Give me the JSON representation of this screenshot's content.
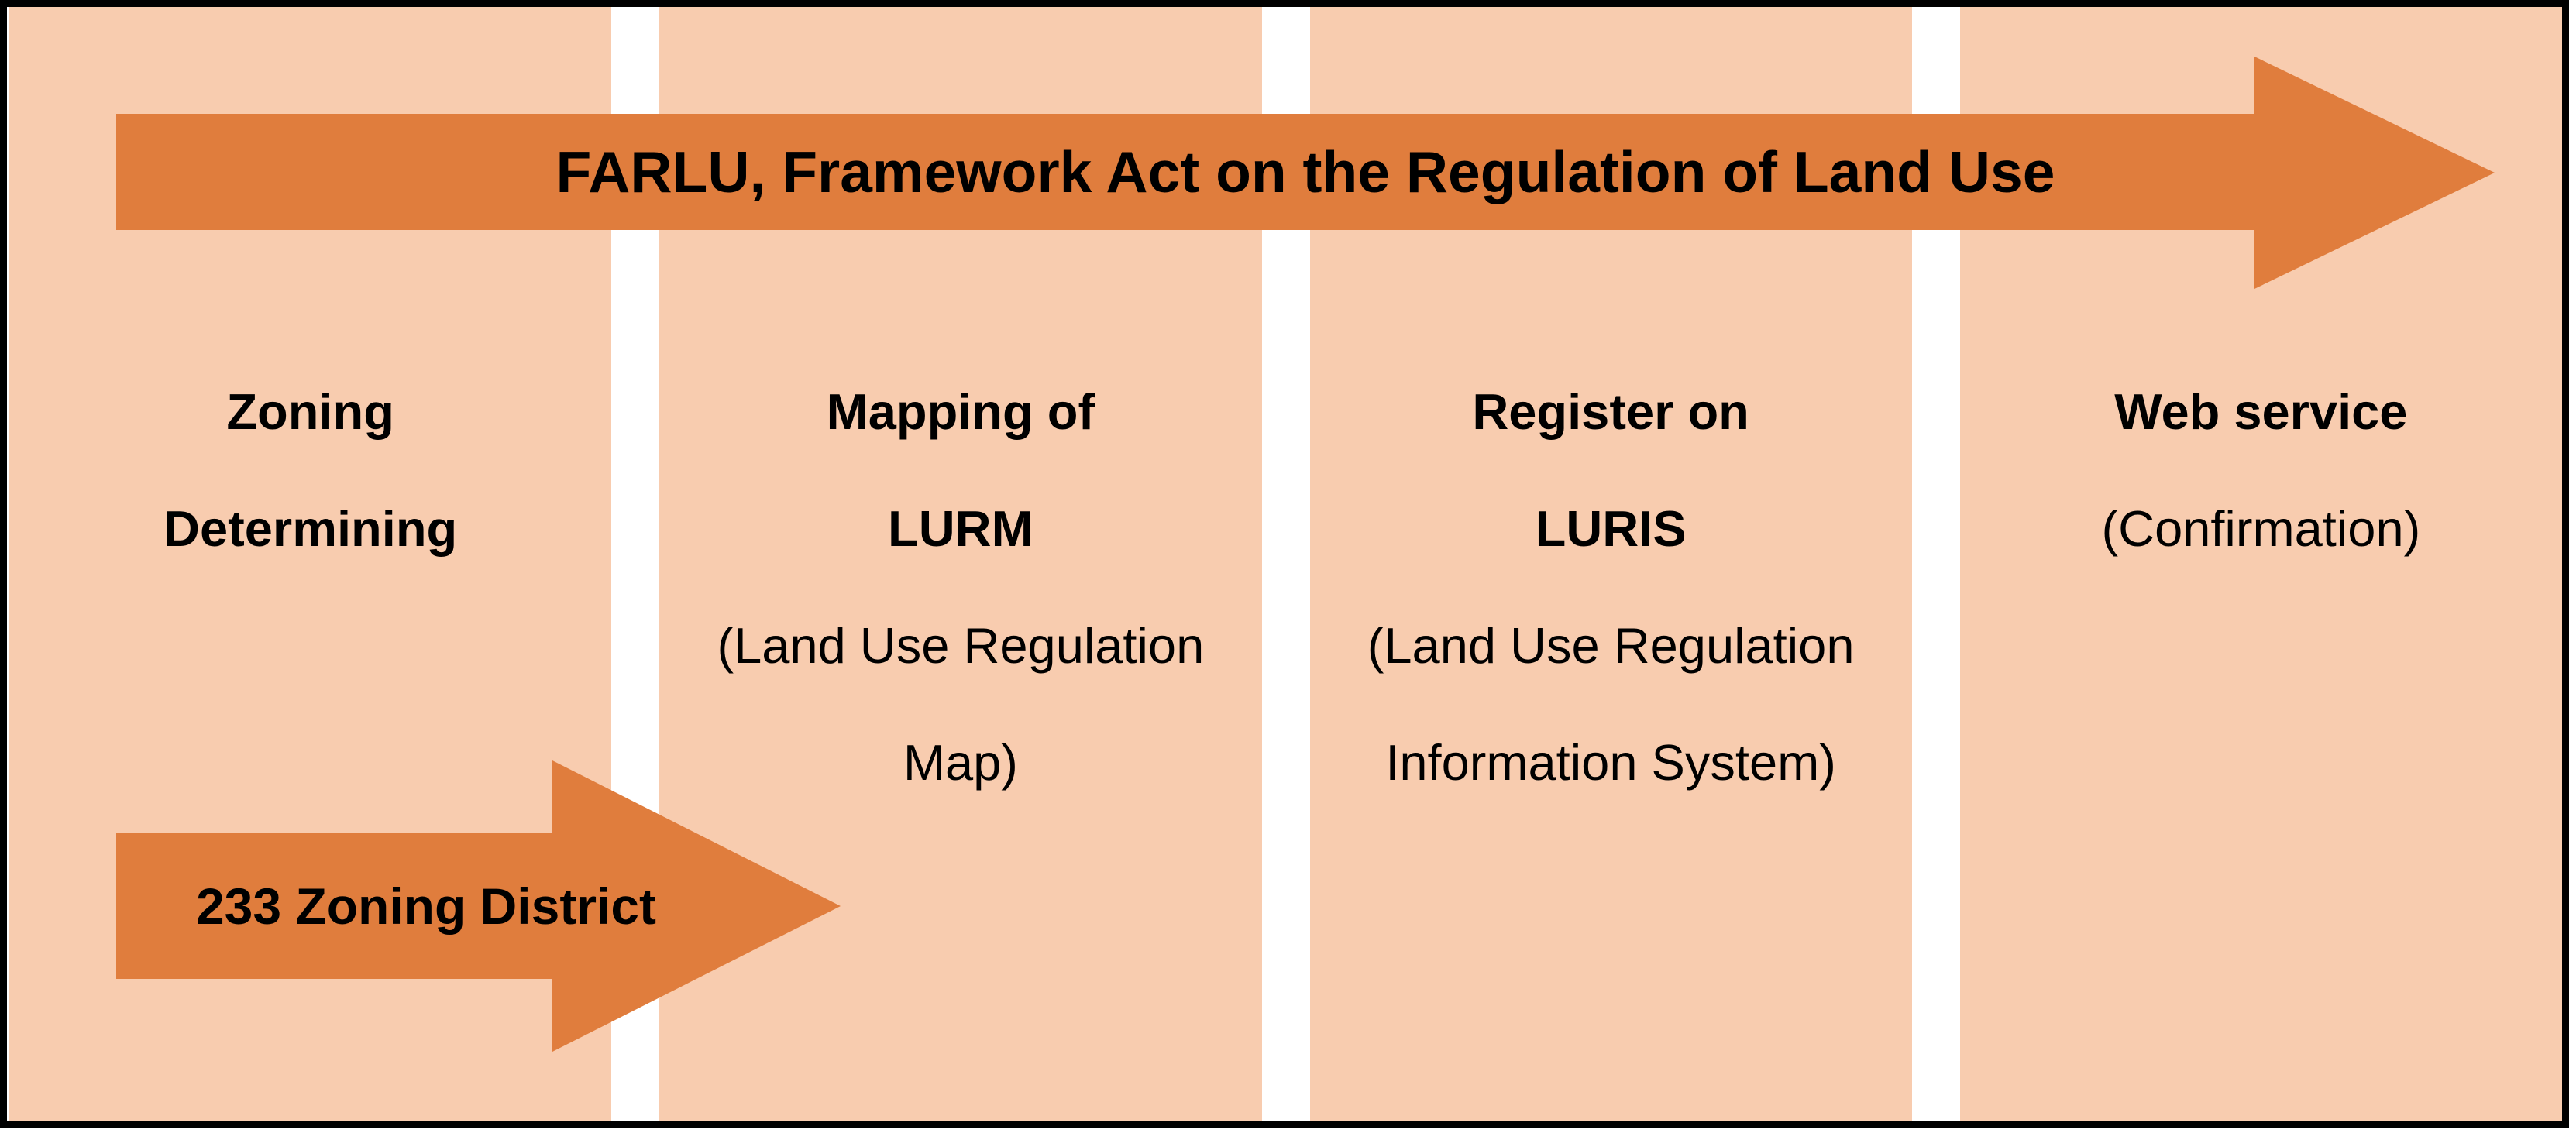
{
  "title_arrow": {
    "label": "FARLU, Framework Act on the Regulation of Land Use"
  },
  "zoning_arrow": {
    "label": "233 Zoning District"
  },
  "columns": [
    {
      "name": "zoning-determining",
      "lines": [
        "Zoning",
        "Determining"
      ]
    },
    {
      "name": "mapping-lurm",
      "lines": [
        "Mapping of",
        "LURM",
        "(Land Use Regulation",
        "Map)"
      ]
    },
    {
      "name": "register-luris",
      "lines": [
        "Register on",
        "LURIS",
        "(Land Use Regulation",
        "Information System)"
      ]
    },
    {
      "name": "web-service",
      "lines": [
        "Web service",
        "(Confirmation)"
      ]
    }
  ],
  "colors": {
    "column_bg": "#F8CCAF",
    "arrow_fill": "#E07D3D",
    "text": "#000000",
    "frame_border": "#000000",
    "gap_bg": "#FFFFFF"
  }
}
